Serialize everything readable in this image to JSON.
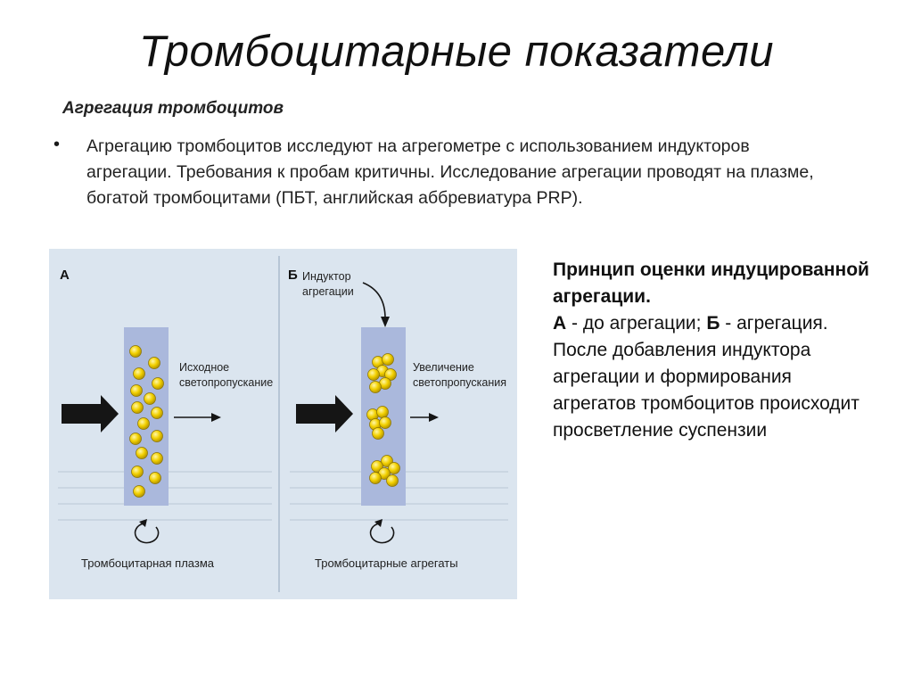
{
  "slide": {
    "title": "Тромбоцитарные показатели",
    "subtitle": "Агрегация тромбоцитов",
    "bullet_marker": "•",
    "bullet_text": "Агрегацию тромбоцитов исследуют на агрегометре с использованием индукторов агрегации. Требования к пробам критичны. Исследование агрегации проводят на плазме, богатой тромбоцитами (ПБТ, английская аббревиатура PRP)."
  },
  "figure": {
    "panel_a_letter": "А",
    "panel_b_letter": "Б",
    "a_label_line1": "Исходное",
    "a_label_line2": "светопропускание",
    "a_caption": "Тромбоцитарная плазма",
    "b_inductor_line1": "Индуктор",
    "b_inductor_line2": "агрегации",
    "b_label_line1": "Увеличение",
    "b_label_line2": "светопропускания",
    "b_caption": "Тромбоцитарные агрегаты",
    "colors": {
      "background": "#dbe5ef",
      "cuvette": "#aab8dc",
      "platelet": "#f2d000",
      "platelet_edge": "#9a8000",
      "arrow": "#151515"
    }
  },
  "side_text": {
    "heading": "Принцип оценки индуцированной агрегации.",
    "a_label": "А",
    "a_text": " - до агрегации; ",
    "b_label": "Б",
    "b_text": " - агрегация. После добавления индуктора агрегации и формирования агрегатов тромбоцитов происходит просветление суспензии"
  }
}
